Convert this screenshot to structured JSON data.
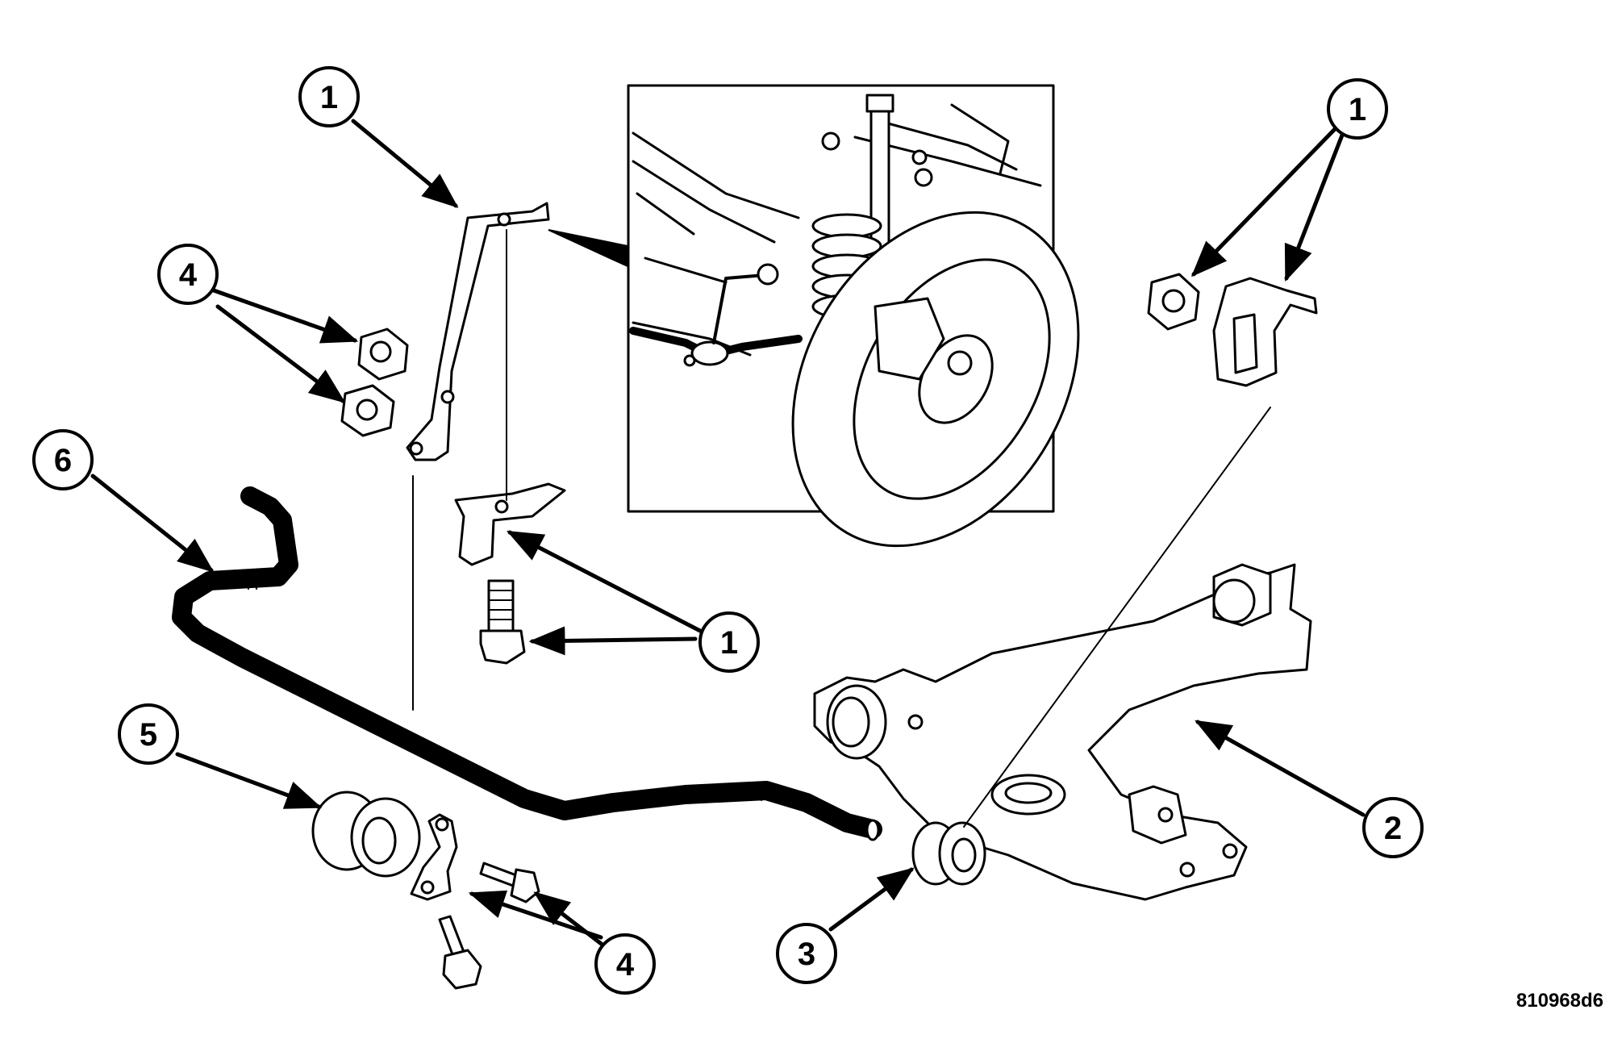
{
  "callouts": [
    "1",
    "4",
    "6",
    "1",
    "5",
    "4",
    "1",
    "3",
    "2"
  ],
  "figure_id": "810968d6"
}
